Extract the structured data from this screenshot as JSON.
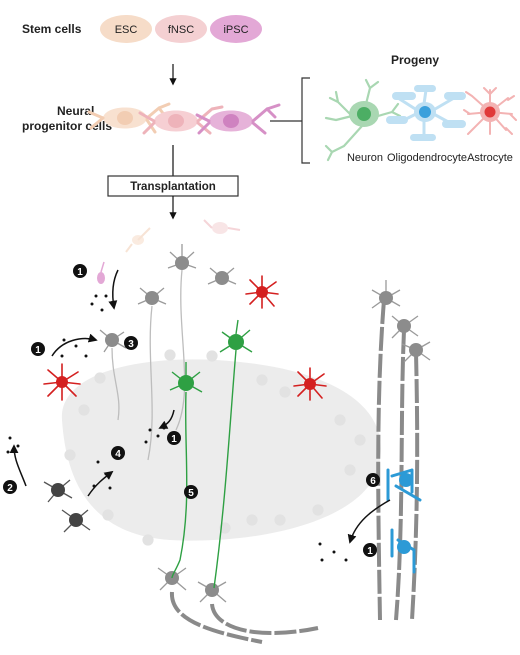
{
  "stem_cells": {
    "label": "Stem cells",
    "types": [
      {
        "label": "ESC",
        "color": "#f6dcc8"
      },
      {
        "label": "fNSC",
        "color": "#f4d0d2"
      },
      {
        "label": "iPSC",
        "color": "#e3a8d6"
      }
    ]
  },
  "progenitors": {
    "label_line1": "Neural",
    "label_line2": "progenitor cells"
  },
  "progeny": {
    "title": "Progeny",
    "types": [
      {
        "label": "Neuron",
        "color": "#a9d7b2",
        "nucleus": "#4cae64"
      },
      {
        "label": "Oligodendrocyte",
        "color": "#bfe0f3",
        "nucleus": "#3aa0dc"
      },
      {
        "label": "Astrocyte",
        "color": "#f3b3b3",
        "nucleus": "#e03a3a"
      }
    ]
  },
  "process": {
    "label": "Transplantation"
  },
  "markers": [
    {
      "label": "1"
    },
    {
      "label": "1"
    },
    {
      "label": "1"
    },
    {
      "label": "1"
    },
    {
      "label": "2"
    },
    {
      "label": "3"
    },
    {
      "label": "4"
    },
    {
      "label": "5"
    },
    {
      "label": "6"
    }
  ],
  "colors": {
    "lesion": "#ececec",
    "graft_neuron": "#2ea043",
    "astrocyte": "#d42020",
    "oligodendrocyte": "#2c9ad6",
    "host_cell": "#9a9a9a",
    "axon": "#8a8a8a"
  }
}
